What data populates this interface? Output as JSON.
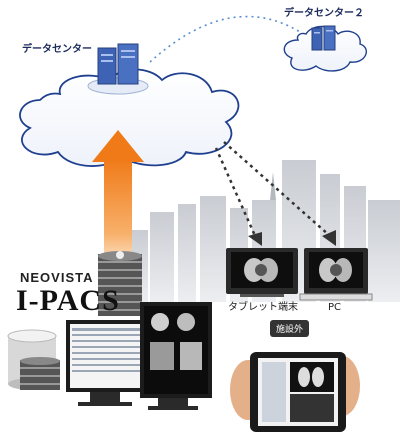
{
  "labels": {
    "datacenter_main": "データセンター",
    "datacenter_2": "データセンター２",
    "tablet_terminal": "タブレット端末",
    "pc": "PC",
    "offsite": "施設外"
  },
  "logo": {
    "brand": "NEOVISTA",
    "product": "I-PACS"
  },
  "colors": {
    "cloud_stroke": "#1f3f8f",
    "arrow_orange": "#f08020",
    "link_dotted": "#5b8fd0",
    "city_gray": "#9aa0a8"
  },
  "icons": [
    "server-icon",
    "cloud-icon",
    "monitor-icon",
    "tablet-icon",
    "database-icon",
    "disc-stack-icon"
  ]
}
